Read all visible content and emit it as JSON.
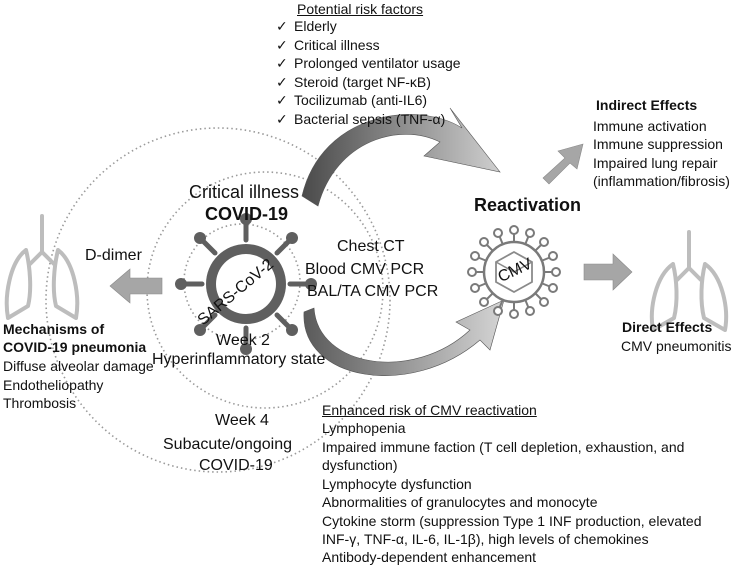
{
  "risk_factors": {
    "heading": "Potential risk factors",
    "items": [
      "Elderly",
      "Critical illness",
      "Prolonged ventilator usage",
      "Steroid (target NF-κB)",
      "Tocilizumab (anti-IL6)",
      "Bacterial sepsis (TNF-α)"
    ]
  },
  "indirect_effects": {
    "heading": "Indirect Effects",
    "items": [
      "Immune activation",
      "Immune suppression",
      "Impaired lung repair",
      "(inflammation/fibrosis)"
    ]
  },
  "center": {
    "critical_illness": "Critical illness",
    "covid19": "COVID-19",
    "virus_label": "SARS-CoV-2",
    "week2": "Week 2",
    "hyperinflammatory": "Hyperinflammatory state",
    "week4": "Week 4",
    "subacute_line1": "Subacute/ongoing",
    "subacute_line2": "COVID-19"
  },
  "reactivation": "Reactivation",
  "diagnostics": [
    "Chest CT",
    "Blood CMV PCR",
    "BAL/TA CMV PCR"
  ],
  "cmv_label": "CMV",
  "d_dimer": "D-dimer",
  "mechanisms": {
    "heading_line1": "Mechanisms of",
    "heading_line2": "COVID-19 pneumonia",
    "items": [
      "Diffuse alveolar damage",
      "Endotheliopathy",
      "Thrombosis"
    ]
  },
  "direct_effects": {
    "heading": "Direct Effects",
    "items": [
      "CMV pneumonitis"
    ]
  },
  "enhanced_risk": {
    "heading": "Enhanced risk of CMV reactivation",
    "items": [
      "Lymphopenia",
      "Impaired immune faction (T cell depletion, exhaustion, and",
      "dysfunction)",
      "Lymphocyte dysfunction",
      "Abnormalities of granulocytes and monocyte",
      "Cytokine storm (suppression Type 1 INF production, elevated",
      "INF-γ, TNF-α, IL-6, IL-1β), high levels of chemokines",
      "Antibody-dependent enhancement"
    ]
  },
  "colors": {
    "arrow_gray": "#a6a6a6",
    "virus_gray": "#5f5f5f",
    "lung_gray": "#bdbdbd",
    "circle_dots": "#9a9a9a"
  },
  "icons": [
    "sars-cov-2-virus-icon",
    "cmv-virus-icon",
    "left-lung-icon",
    "right-lung-icon",
    "checkmark-icon"
  ]
}
